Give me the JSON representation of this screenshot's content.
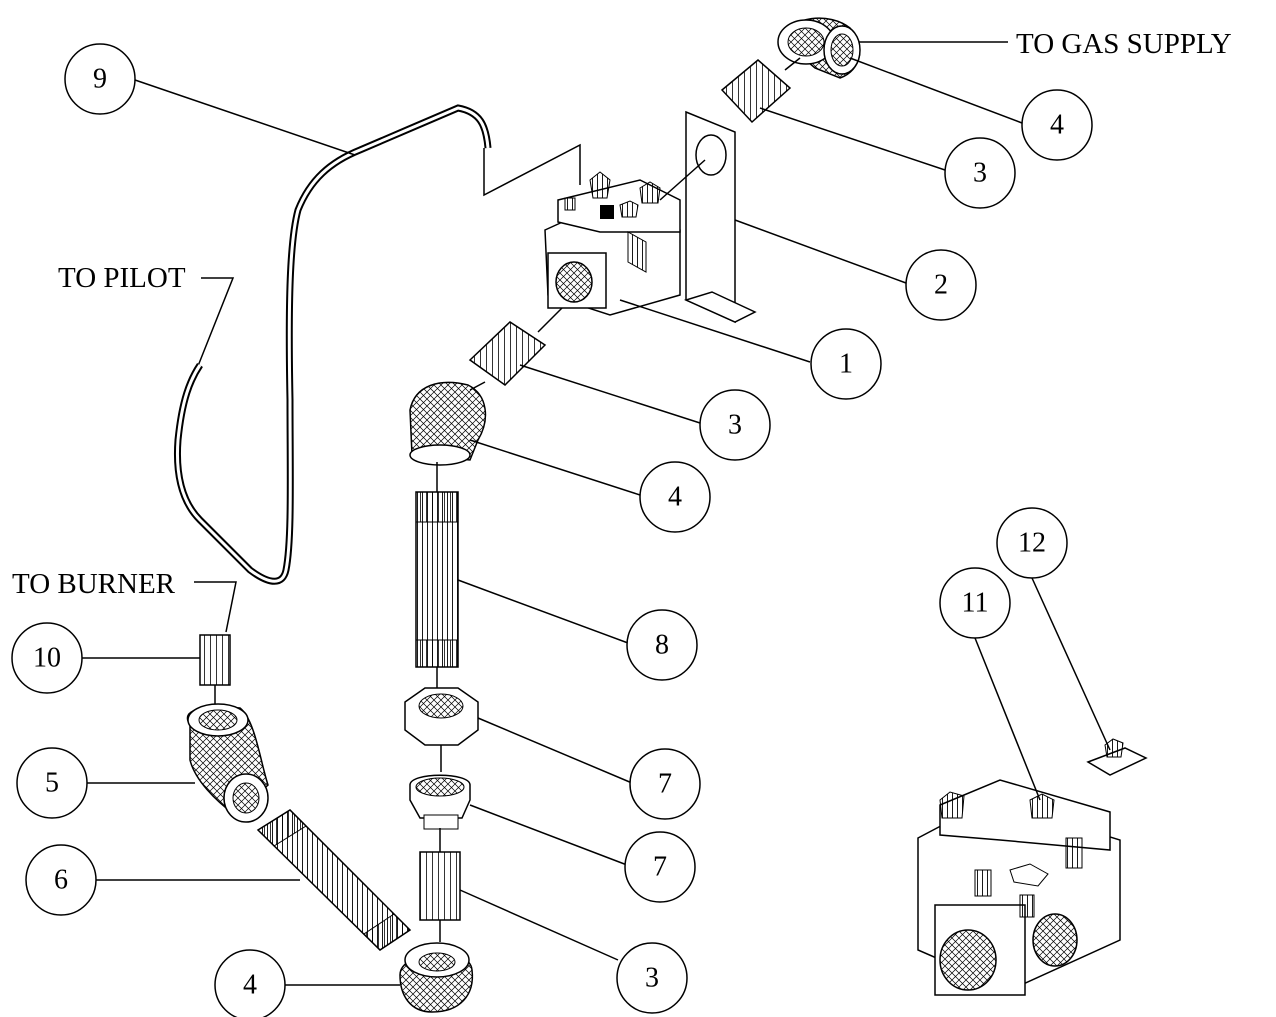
{
  "labels": {
    "gas_supply": "TO GAS SUPPLY",
    "pilot": "TO PILOT",
    "burner": "TO BURNER"
  },
  "callouts": [
    "9",
    "4",
    "3",
    "2",
    "1",
    "3",
    "4",
    "8",
    "10",
    "5",
    "7",
    "7",
    "6",
    "4",
    "3",
    "12",
    "11"
  ],
  "colors": {
    "line": "#000000",
    "background": "#ffffff",
    "part_fill": "#ffffff"
  }
}
